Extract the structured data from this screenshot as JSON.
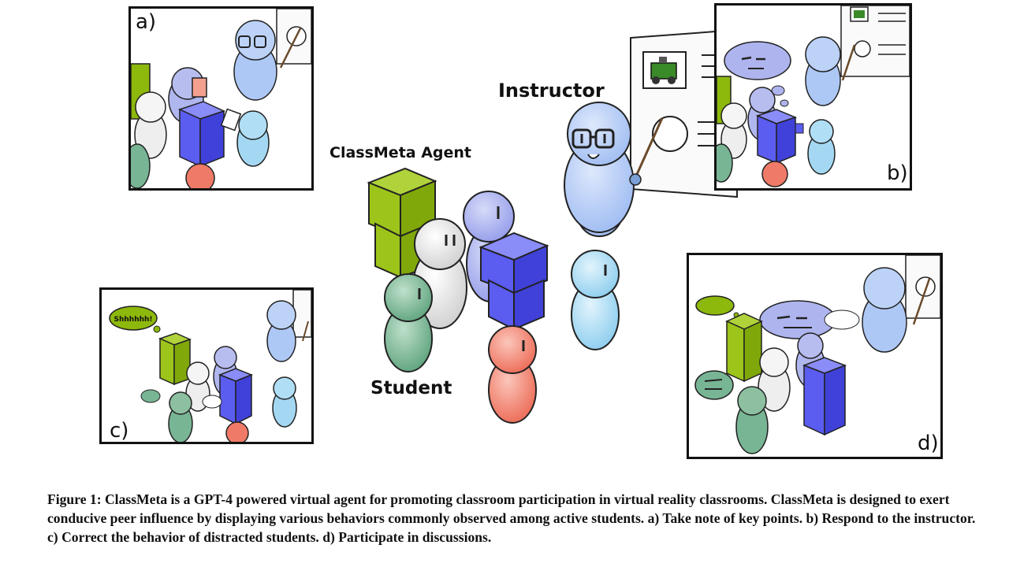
{
  "figure": {
    "labels": {
      "instructor": "Instructor",
      "agent": "ClassMeta Agent",
      "student": "Student"
    },
    "panels": {
      "a": "a)",
      "b": "b)",
      "c": "c)",
      "d": "d)"
    },
    "speech": {
      "shh": "Shhhhhh!"
    },
    "caption": "Figure 1: ClassMeta is a GPT-4 powered virtual agent for promoting classroom participation in virtual reality classrooms. ClassMeta is designed to exert conducive peer influence by displaying various behaviors commonly observed among active students. a) Take note of key points. b) Respond to the instructor. c) Correct the behavior of distracted students. d) Participate in discussions."
  },
  "colors": {
    "agent_green": "#8db80c",
    "student_blue": "#5b5cf0",
    "instructor_blue": "#a9c7f5",
    "student_cyan": "#9fd6f2",
    "student_teal": "#78b594",
    "student_red": "#f07a68",
    "student_white": "#f2f2f2",
    "student_lavender": "#aeb4ee"
  }
}
